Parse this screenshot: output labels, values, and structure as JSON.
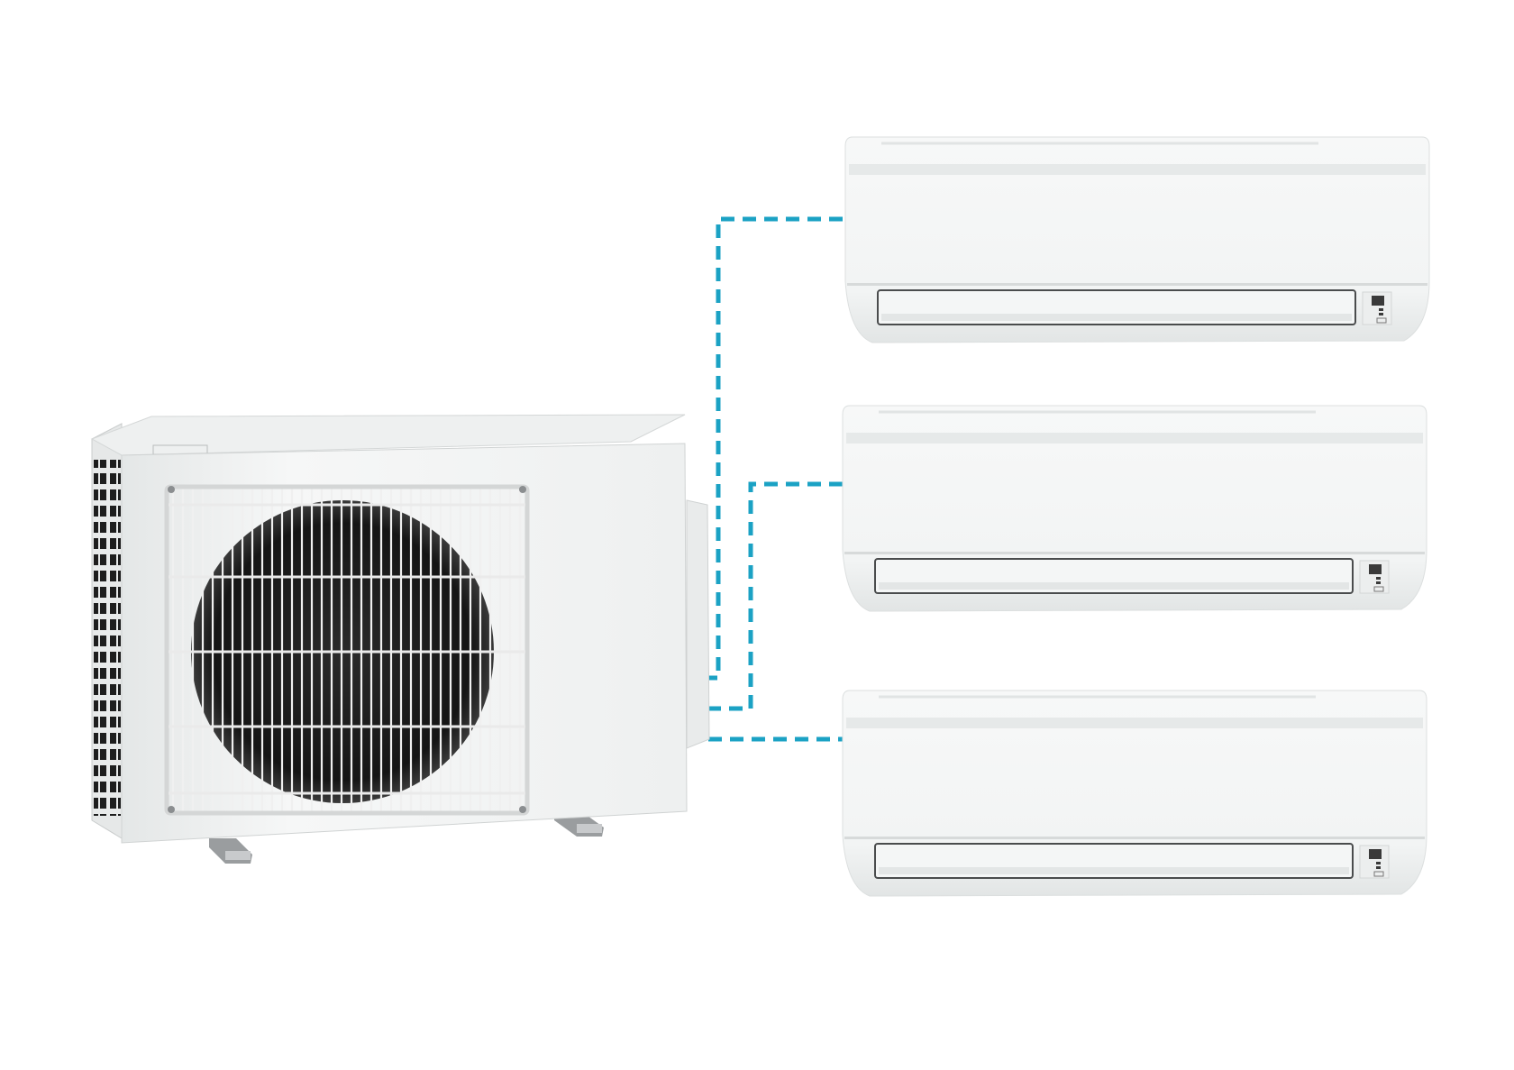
{
  "diagram": {
    "indoor_units": [
      {
        "id": "indoor-1"
      },
      {
        "id": "indoor-2"
      },
      {
        "id": "indoor-3"
      }
    ],
    "outdoor_unit": {
      "icon": "outdoor-condenser-icon"
    },
    "connections": [
      {
        "from": "outdoor",
        "to": "indoor-1"
      },
      {
        "from": "outdoor",
        "to": "indoor-2"
      },
      {
        "from": "outdoor",
        "to": "indoor-3"
      }
    ]
  },
  "colors": {
    "connection_line": "#1ba2c4",
    "unit_body": "#f4f6f6",
    "unit_shadow": "#d9dddd",
    "fan_dark": "#1c1c1c",
    "display": "#3a3a3a"
  }
}
